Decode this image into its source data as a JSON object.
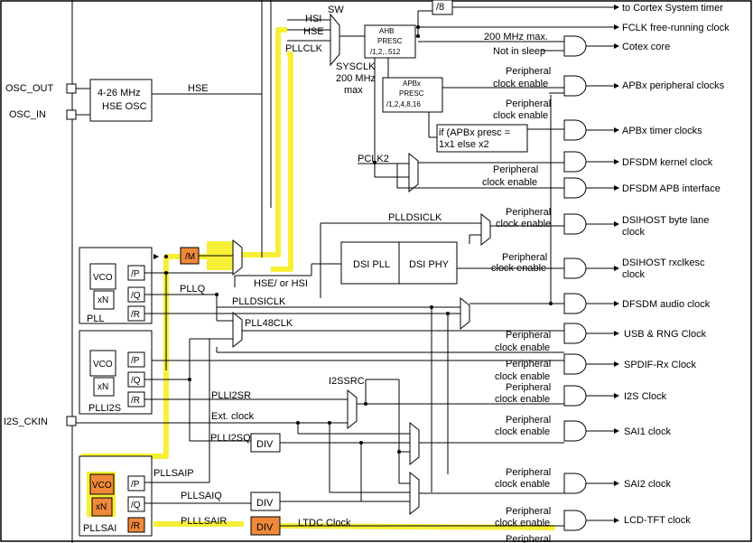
{
  "colors": {
    "highlight": "#f6ef36",
    "orange": "#f0883a",
    "line": "#000000"
  },
  "labels": {
    "div8": "/8",
    "to_cortex": "to Cortex System timer",
    "sw": "SW",
    "hsi": "HSI",
    "hse_top": "HSE",
    "pllclk": "PLLCLK",
    "ahb1": "AHB",
    "ahb2": "PRESC",
    "ahb3": "/1,2,..512",
    "fclk": "FCLK free-running clock",
    "mhz200": "200 MHz max.",
    "not_sleep": "Not in sleep",
    "cotex_core": "Cotex core",
    "sysclk1": "SYSCLK",
    "sysclk2": "200 MHz",
    "sysclk3": "max",
    "osc_out": "OSC_OUT",
    "osc_in": "OSC_IN",
    "hse_osc1": "4-26 MHz",
    "hse_osc2": "HSE OSC",
    "hse_wire": "HSE",
    "apb1": "APBx",
    "apb2": "PRESC",
    "apb3": "/1,2,4,8,16",
    "per_en_a1": "Peripheral",
    "per_en_a2": "clock enable",
    "apbx_per": "APBx peripheral clocks",
    "per_en_b1": "Peripheral",
    "per_en_b2": "clock enable",
    "if1": "if (APBx presc =",
    "if2": "1x1 else x2",
    "apbx_timer": "APBx timer clocks",
    "pclk2": "PCLK2",
    "dfsdm_kernel": "DFSDM kernel clock",
    "per_en_c1": "Peripheral",
    "per_en_c2": "clock enable",
    "dfsdm_apb": "DFSDM APB interface",
    "plldsiclk_top": "PLLDSICLK",
    "per_en_d1": "Peripheral",
    "per_en_d2": "clock enable",
    "dsihost_byte1": "DSIHOST byte lane",
    "dsihost_byte2": "clock",
    "m_div": "/M",
    "dsi_pll": "DSI PLL",
    "dsi_phy": "DSI PHY",
    "per_en_e1": "Peripheral",
    "per_en_e2": "clock enable",
    "dsihost_rx1": "DSIHOST rxclkesc",
    "dsihost_rx2": "clock",
    "hse_or_hsi": "HSE/ or HSI",
    "vco": "VCO",
    "xn": "xN",
    "p": "/P",
    "q": "/Q",
    "r": "/R",
    "pll": "PLL",
    "pllq": "PLLQ",
    "plldsiclk": "PLLDSICLK",
    "dfsdm_audio": "DFSDM audio clock",
    "pll48clk": "PLL48CLK",
    "per_en_f1": "Peripheral",
    "per_en_f2": "clock enable",
    "usb_rng": "USB & RNG Clock",
    "per_en_g1": "Peripheral",
    "per_en_g2": "clock enable",
    "spdif": "SPDIF-Rx Clock",
    "plli2s": "PLLI2S",
    "i2ssrc": "I2SSRC",
    "per_en_h1": "Peripheral",
    "per_en_h2": "clock enable",
    "i2s_clock": "I2S Clock",
    "plli2sr": "PLLI2SR",
    "i2s_ckin": "I2S_CKIN",
    "ext_clock": "Ext. clock",
    "plli2sq": "PLLI2SQ",
    "div": "DIV",
    "per_en_i1": "Peripheral",
    "per_en_i2": "clock enable",
    "sai1": "SAI1 clock",
    "pllsaip": "PLLSAIP",
    "per_en_j1": "Peripheral",
    "per_en_j2": "clock enable",
    "sai2": "SAI2 clock",
    "pllsaiq": "PLLSAIQ",
    "pllsai": "PLLSAI",
    "plllsair": "PLLLSAIR",
    "ltdc": "LTDC Clock",
    "per_en_k1": "Peripheral",
    "per_en_k2": "clock enable",
    "lcd": "LCD-TFT clock",
    "per_en_l1": "Peripheral"
  }
}
